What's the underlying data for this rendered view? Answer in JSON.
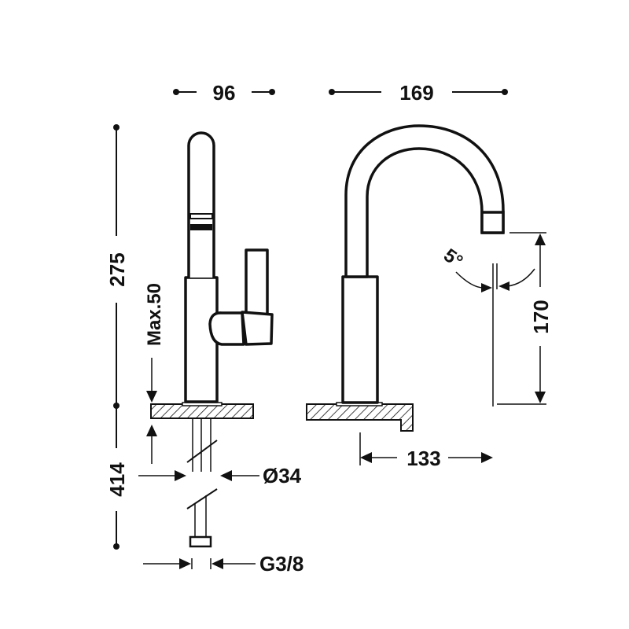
{
  "dimensions": {
    "width_side": "96",
    "width_front": "169",
    "total_height": "275",
    "deck_max": "Max.50",
    "pipe_length": "414",
    "hole_diameter": "Ø34",
    "thread": "G3/8",
    "spout_height": "170",
    "spout_reach": "133",
    "swivel_angle": "5°"
  }
}
